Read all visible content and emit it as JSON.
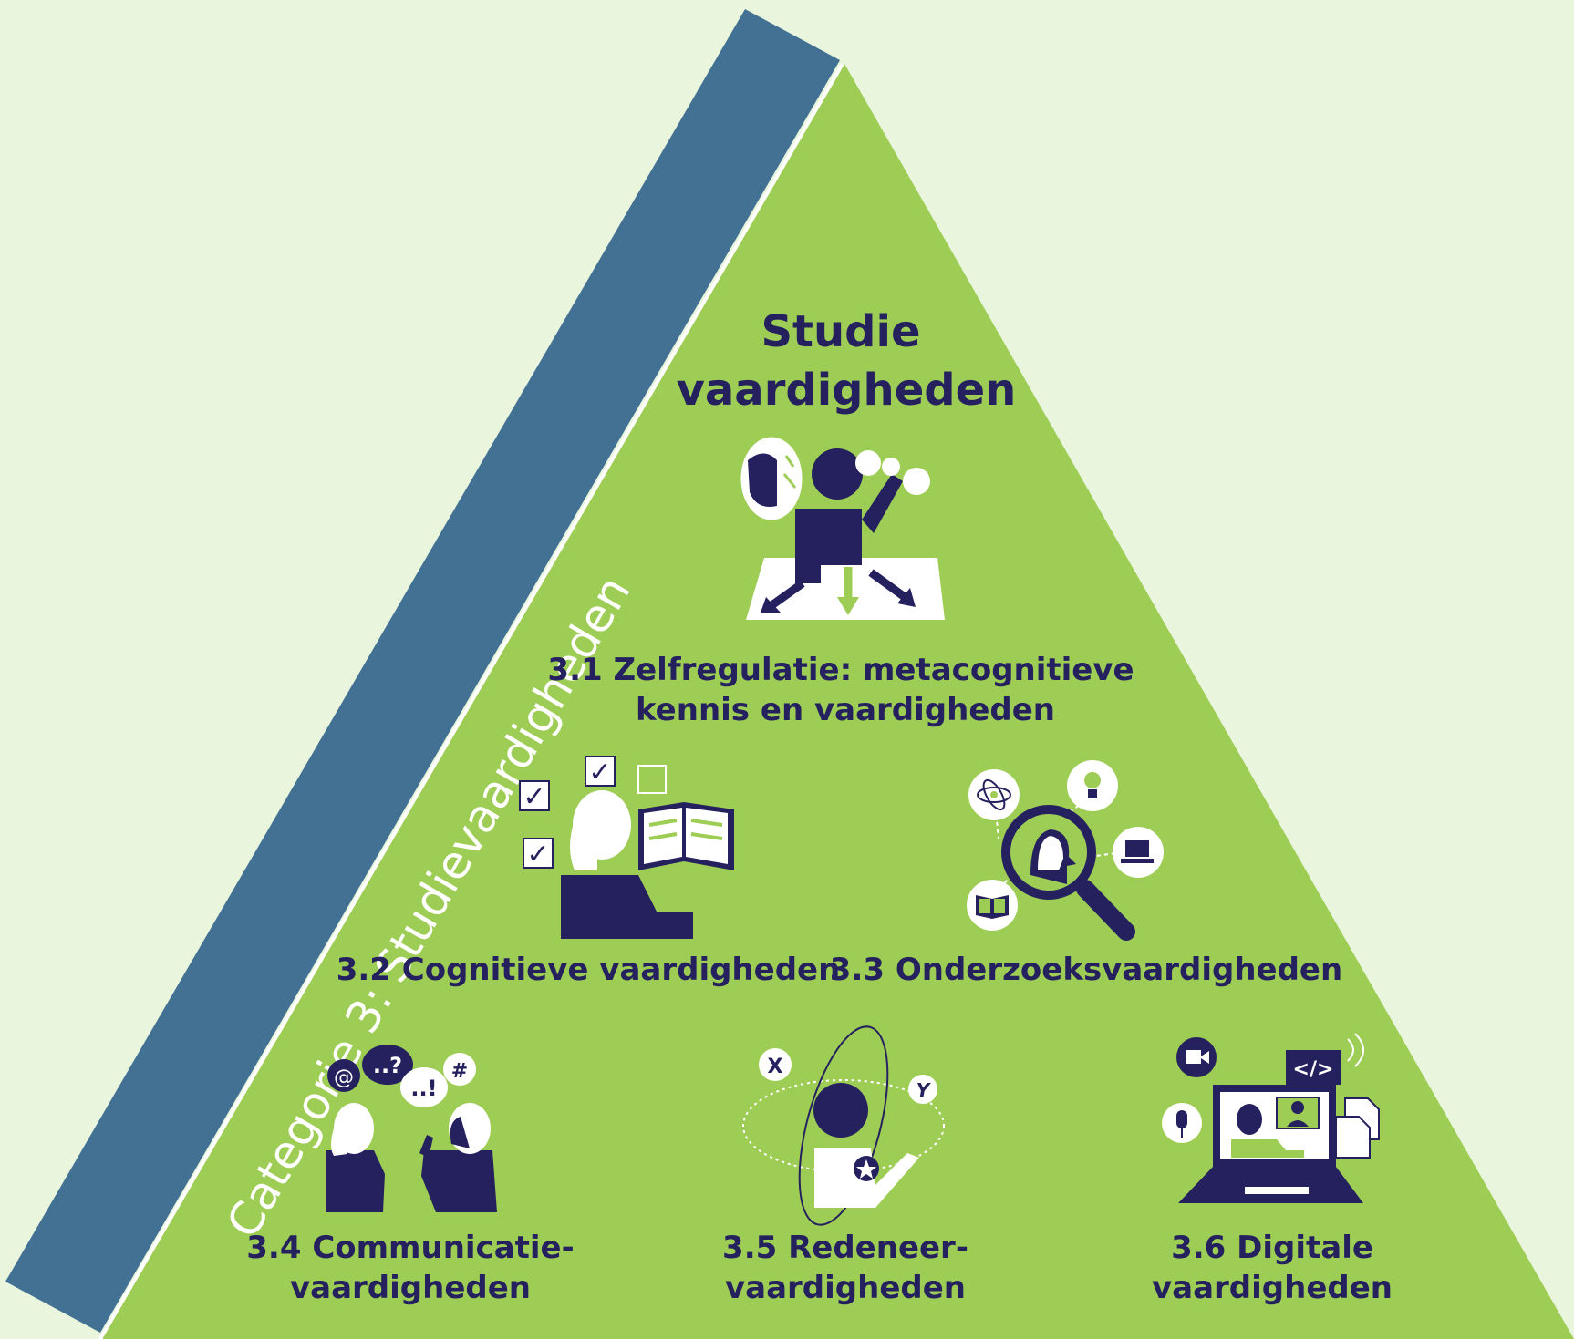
{
  "category_band": {
    "label": "Categorie 3: Studievaardigheden"
  },
  "title": {
    "line1": "Studie",
    "line2": "vaardigheden"
  },
  "skills": [
    {
      "number": "3.1",
      "line1": "3.1 Zelfregulatie: metacognitieve",
      "line2": "kennis en vaardigheden",
      "icon": "self-regulation-icon"
    },
    {
      "number": "3.2",
      "line1": "3.2 Cognitieve vaardigheden",
      "line2": "",
      "icon": "reading-book-icon"
    },
    {
      "number": "3.3",
      "line1": "3.3 Onderzoeksvaardigheden",
      "line2": "",
      "icon": "magnifier-research-icon"
    },
    {
      "number": "3.4",
      "line1": "3.4 Communicatie-",
      "line2": "vaardigheden",
      "icon": "conversation-icon"
    },
    {
      "number": "3.5",
      "line1": "3.5 Redeneer-",
      "line2": "vaardigheden",
      "icon": "reasoning-orbit-icon"
    },
    {
      "number": "3.6",
      "line1": "3.6 Digitale",
      "line2": "vaardigheden",
      "icon": "laptop-video-call-icon"
    }
  ],
  "glyphs": {
    "check": "✓",
    "at": "@",
    "question": "..?",
    "exclaim": "..!",
    "hash": "#",
    "x": "X",
    "y": "Y",
    "code": "</>"
  },
  "colors": {
    "background": "#e9f5dd",
    "pyramid": "#9ecd55",
    "band": "#427194",
    "ink": "#25215f",
    "white": "#ffffff"
  }
}
